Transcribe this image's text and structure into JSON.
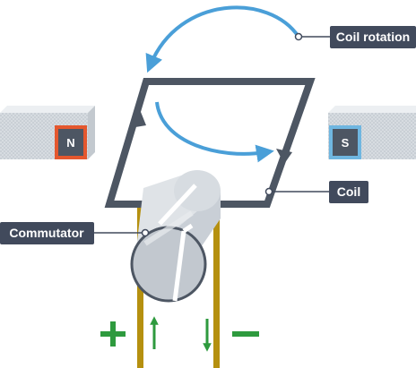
{
  "labels": {
    "coil_rotation": "Coil rotation",
    "coil": "Coil",
    "commutator": "Commutator"
  },
  "poles": {
    "north": "N",
    "south": "S"
  },
  "terminals": {
    "positive": "+",
    "negative": "−"
  },
  "colors": {
    "rotation_arrow": "#4a9fd8",
    "coil": "#4d5663",
    "north_pole_border": "#e4572e",
    "north_pole_fill": "#4d5663",
    "south_pole_border": "#6fb6e0",
    "south_pole_fill": "#4d5663",
    "magnet_body": "#d6dbe0",
    "label_bg": "#414a5c",
    "brush": "#b5900f",
    "terminal_green": "#2e9a3e",
    "commutator": "#c9cfd6"
  }
}
